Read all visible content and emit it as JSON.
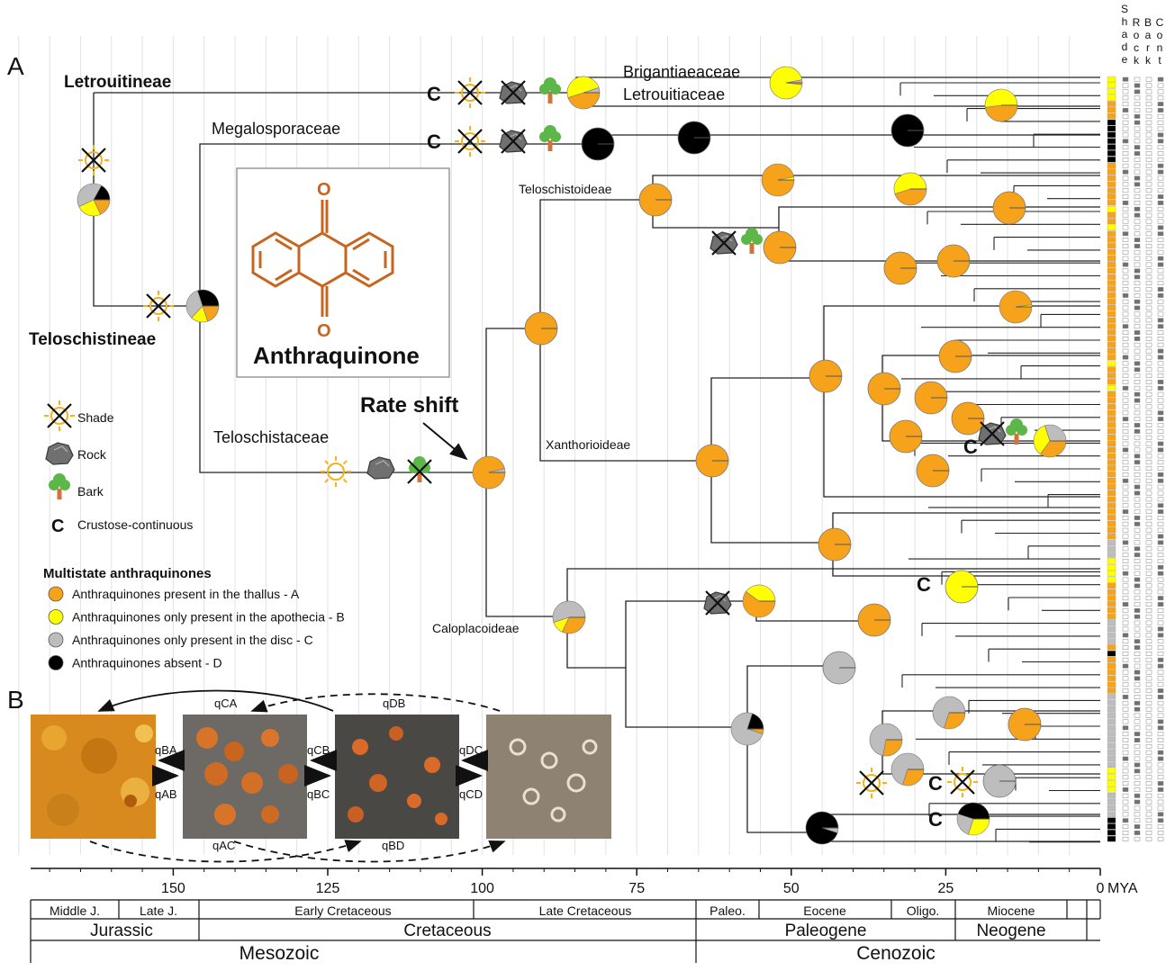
{
  "panel_labels": {
    "a": "A",
    "b": "B"
  },
  "suborders": {
    "letrouitineae": "Letrouitineae",
    "teloschistineae": "Teloschistineae"
  },
  "families": {
    "brigantiaeaceae": "Brigantiaeaceae",
    "letrouitiaceae": "Letrouitiaceae",
    "megalosporaceae": "Megalosporaceae",
    "teloschistaceae": "Teloschistaceae"
  },
  "subfamilies": {
    "teloschistoideae": "Teloschistoideae",
    "xanthorioideae": "Xanthorioideae",
    "caloplacoideae": "Caloplacoideae"
  },
  "compound": {
    "name": "Anthraquinone",
    "o_top": "O",
    "o_bottom": "O"
  },
  "rate_shift": "Rate shift",
  "c_marker": "C",
  "legend": {
    "shade": "Shade",
    "rock": "Rock",
    "bark": "Bark",
    "crustose_symbol": "C",
    "crustose": "Crustose-continuous",
    "multistate_title": "Multistate anthraquinones",
    "states": [
      {
        "label": "Anthraquinones present in the thallus - A",
        "color": "#f7a21b"
      },
      {
        "label": "Anthraquinones only present in the apothecia - B",
        "color": "#ffff00"
      },
      {
        "label": "Anthraquinones only present in the disc - C",
        "color": "#bdbdbd"
      },
      {
        "label": "Anthraquinones absent - D",
        "color": "#000000"
      }
    ]
  },
  "trait_columns": [
    {
      "label": "Shade",
      "letters": [
        "S",
        "h",
        "a",
        "d",
        "e"
      ]
    },
    {
      "label": "Rock",
      "letters": [
        "R",
        "o",
        "c",
        "k"
      ]
    },
    {
      "label": "Bark",
      "letters": [
        "B",
        "a",
        "r",
        "k"
      ]
    },
    {
      "label": "Cont",
      "letters": [
        "C",
        "o",
        "n",
        "t"
      ]
    }
  ],
  "rates": {
    "qBA": "qBA",
    "qAB": "qAB",
    "qCB": "qCB",
    "qBC": "qBC",
    "qDC": "qDC",
    "qCD": "qCD",
    "qCA": "qCA",
    "qDB": "qDB",
    "qAC": "qAC",
    "qBD": "qBD"
  },
  "time_axis": {
    "unit": "MYA",
    "ticks": [
      150,
      125,
      100,
      75,
      50,
      25,
      0
    ]
  },
  "epochs": [
    "Middle J.",
    "Late J.",
    "Early Cretaceous",
    "Late Cretaceous",
    "Paleo.",
    "Eocene",
    "Oligo.",
    "Miocene"
  ],
  "periods": [
    "Jurassic",
    "Cretaceous",
    "Paleogene",
    "Neogene"
  ],
  "eras": [
    "Mesozoic",
    "Cenozoic"
  ],
  "colors": {
    "A": "#f7a21b",
    "B": "#ffff00",
    "C": "#bdbdbd",
    "D": "#000000",
    "quinone": "#c8641e",
    "shade_sun": "#f6b21b",
    "tree_crown": "#5cb648",
    "tree_trunk": "#d2733a",
    "rock": "#6b6b6b"
  }
}
